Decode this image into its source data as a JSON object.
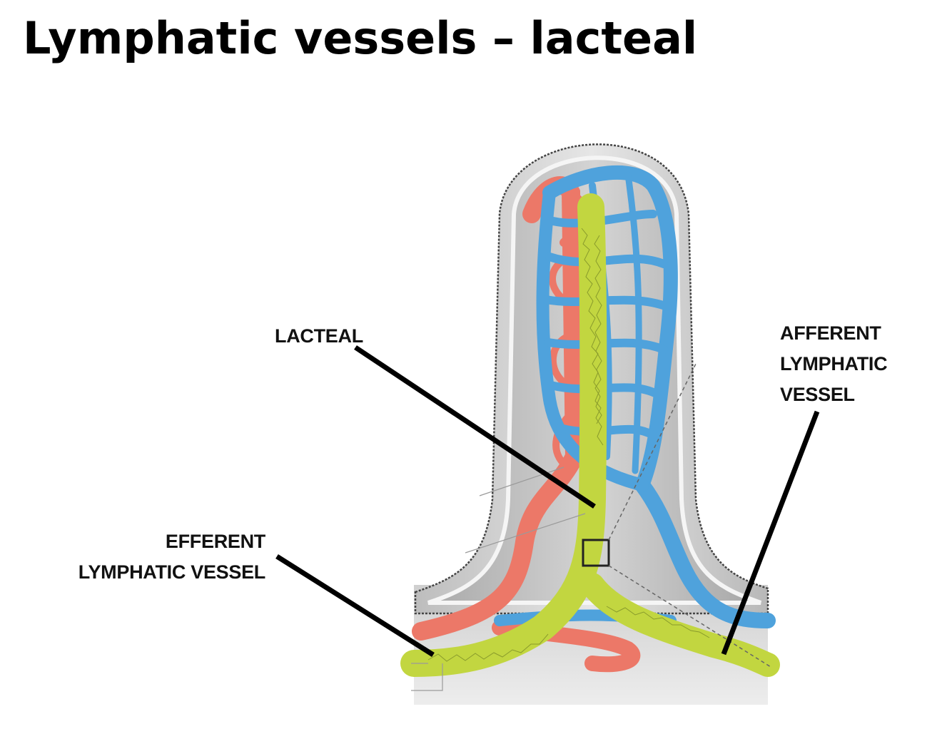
{
  "title": "Lymphatic vessels – lacteal",
  "labels": {
    "lacteal": "LACTEAL",
    "afferent": [
      "AFFERENT",
      "LYMPHATIC",
      "VESSEL"
    ],
    "efferent": [
      "EFFERENT",
      "LYMPHATIC VESSEL"
    ]
  },
  "colors": {
    "artery": "#ec7868",
    "vein": "#4fa2dc",
    "lymphatic": "#c2d640",
    "villus_wall": "#d9d9d9",
    "pointer": "#000000"
  }
}
